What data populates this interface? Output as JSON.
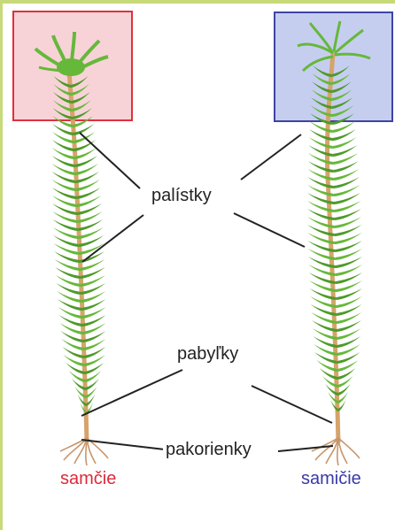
{
  "labels": {
    "leaflets": "palístky",
    "stems": "pabyľky",
    "rhizoids": "pakorienky",
    "male": "samčie",
    "female": "samičie"
  },
  "colors": {
    "frame_green": "#c8d97a",
    "male_box_fill": "#f7d3d8",
    "male_box_stroke": "#e0303c",
    "female_box_fill": "#c6cef0",
    "female_box_stroke": "#3c45a3",
    "male_text": "#dd2a3a",
    "female_text": "#3a3aa8",
    "leaf": "#66b83a",
    "leaf_dark": "#4e9a2a",
    "stem": "#d6a36a",
    "rhizoid": "#c8966a",
    "line": "#222222"
  }
}
